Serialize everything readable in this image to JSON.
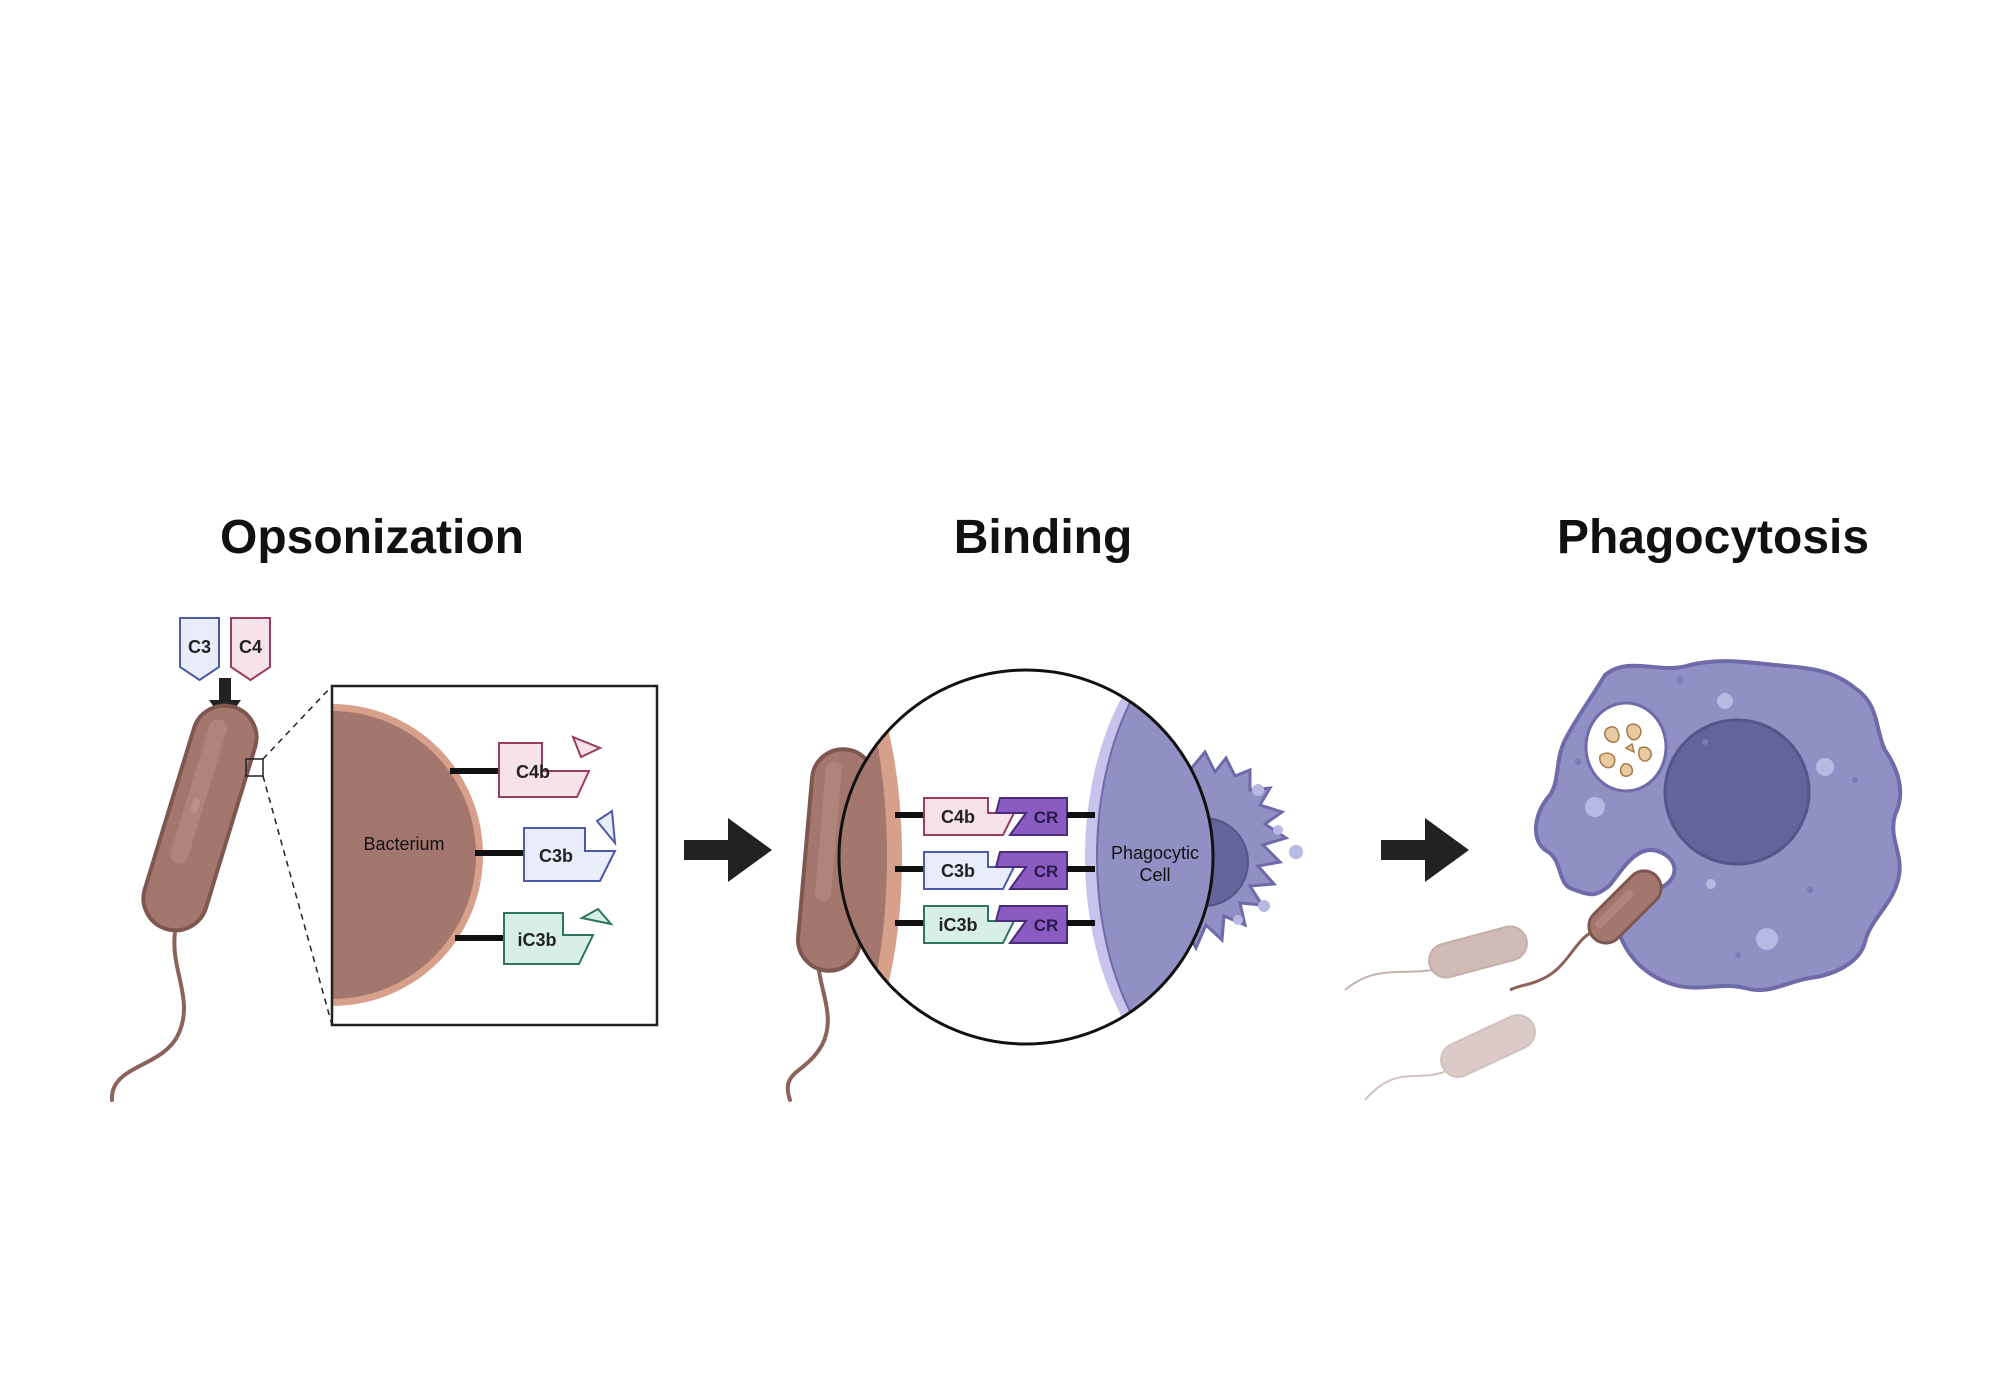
{
  "stages": [
    {
      "title": "Opsonization"
    },
    {
      "title": "Binding"
    },
    {
      "title": "Phagocytosis"
    }
  ],
  "complement_inputs": [
    "C3",
    "C4"
  ],
  "opsonization_zoom": {
    "surface_label": "Bacterium",
    "fragments": [
      "C4b",
      "C3b",
      "iC3b"
    ]
  },
  "binding_zoom": {
    "fragments": [
      "C4b",
      "C3b",
      "iC3b"
    ],
    "receptor_label": "CR",
    "cell_label_line1": "Phagocytic",
    "cell_label_line2": "Cell"
  },
  "colors": {
    "bacterium": "#a3776e",
    "bacterium_dark": "#7e5750",
    "bacterium_membrane": "#d7a08a",
    "phagocyte": "#9090c4",
    "phagocyte_dark": "#6f6aa8",
    "nucleus": "#65649a",
    "receptor": "#8a5bc0",
    "c4b_fill": "#f7e2ea",
    "c4b_stroke": "#9a3b63",
    "c3b_fill": "#e9ecfb",
    "c3b_stroke": "#4c5aa5",
    "ic3b_fill": "#d8efe8",
    "ic3b_stroke": "#2f7463",
    "arrow": "#222222"
  }
}
